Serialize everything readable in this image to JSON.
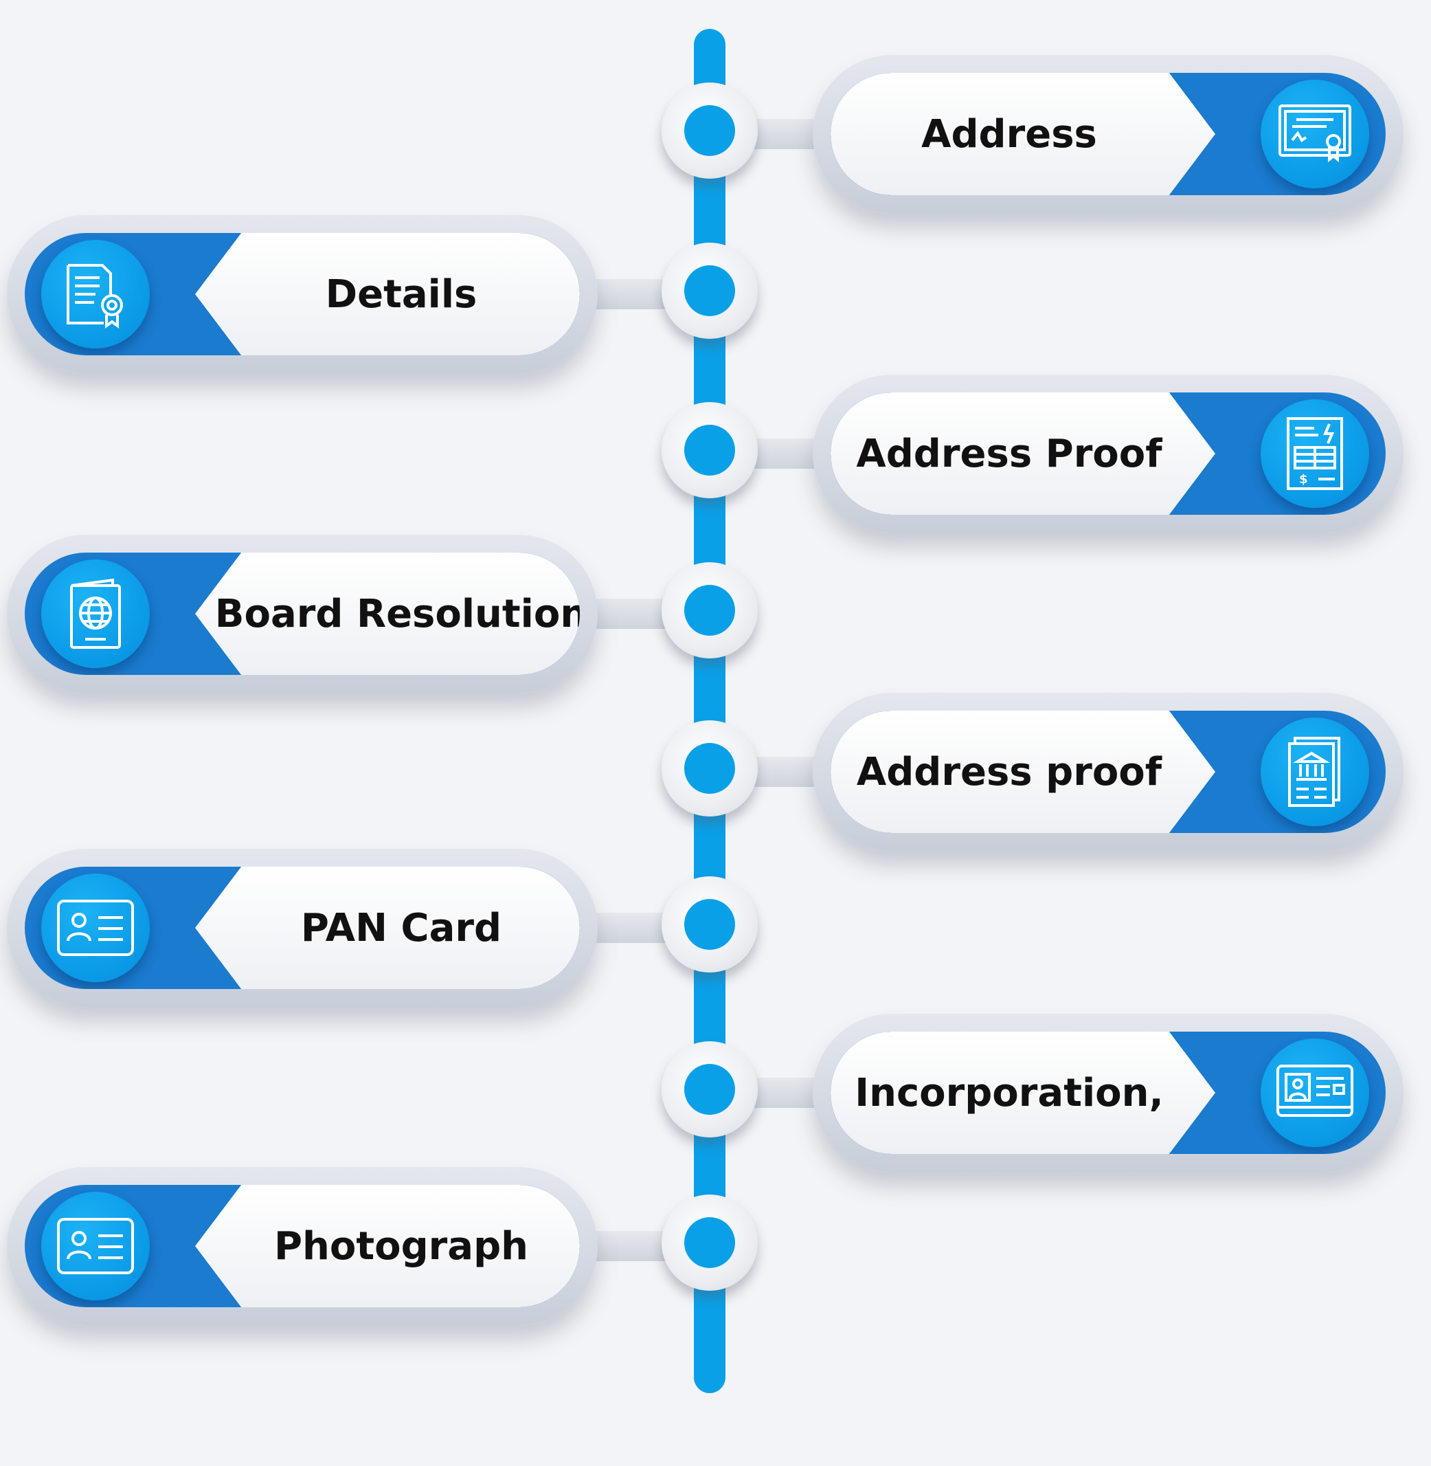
{
  "items": [
    {
      "label": "Address",
      "side": "right",
      "icon": "certificate-icon"
    },
    {
      "label": "Details",
      "side": "left",
      "icon": "document-gear-icon"
    },
    {
      "label": "Address Proof",
      "side": "right",
      "icon": "bill-invoice-icon"
    },
    {
      "label": "Board Resolution",
      "side": "left",
      "icon": "passport-globe-icon"
    },
    {
      "label": "Address proof",
      "side": "right",
      "icon": "bank-statement-icon"
    },
    {
      "label": "PAN Card",
      "side": "left",
      "icon": "id-card-icon"
    },
    {
      "label": "Incorporation,",
      "side": "right",
      "icon": "id-card-screen-icon"
    },
    {
      "label": "Photograph",
      "side": "left",
      "icon": "id-card-icon"
    }
  ],
  "colors": {
    "spine": "#0aa0e8",
    "capsule_inner": "#1a7bcf",
    "icon_circle": "#0a99e6",
    "background": "#f3f4f7"
  }
}
